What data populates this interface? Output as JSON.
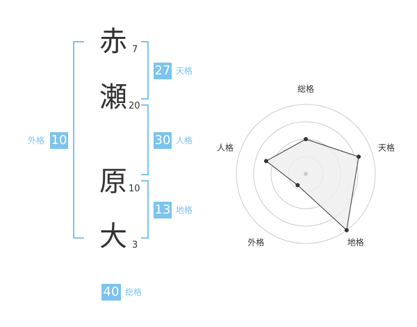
{
  "name": {
    "chars": [
      {
        "char": "赤",
        "strokes": "7"
      },
      {
        "char": "瀬",
        "strokes": "20"
      },
      {
        "char": "原",
        "strokes": "10"
      },
      {
        "char": "大",
        "strokes": "3"
      }
    ]
  },
  "fortunes": {
    "tenkaku": {
      "value": "27",
      "label": "天格"
    },
    "jinkaku": {
      "value": "30",
      "label": "人格"
    },
    "chikaku": {
      "value": "13",
      "label": "地格"
    },
    "gaikaku": {
      "value": "10",
      "label": "外格"
    },
    "soukaku": {
      "value": "40",
      "label": "総格"
    }
  },
  "colors": {
    "accent": "#7cc3ee",
    "text": "#333333",
    "grid": "#cccccc",
    "polygon_fill": "#eeeeee"
  },
  "chart_data": {
    "type": "radar",
    "axes": [
      "総格",
      "天格",
      "地格",
      "外格",
      "人格"
    ],
    "values": [
      2.5,
      4,
      5,
      1,
      3
    ],
    "rmax": 5,
    "grid_rings": 4
  }
}
